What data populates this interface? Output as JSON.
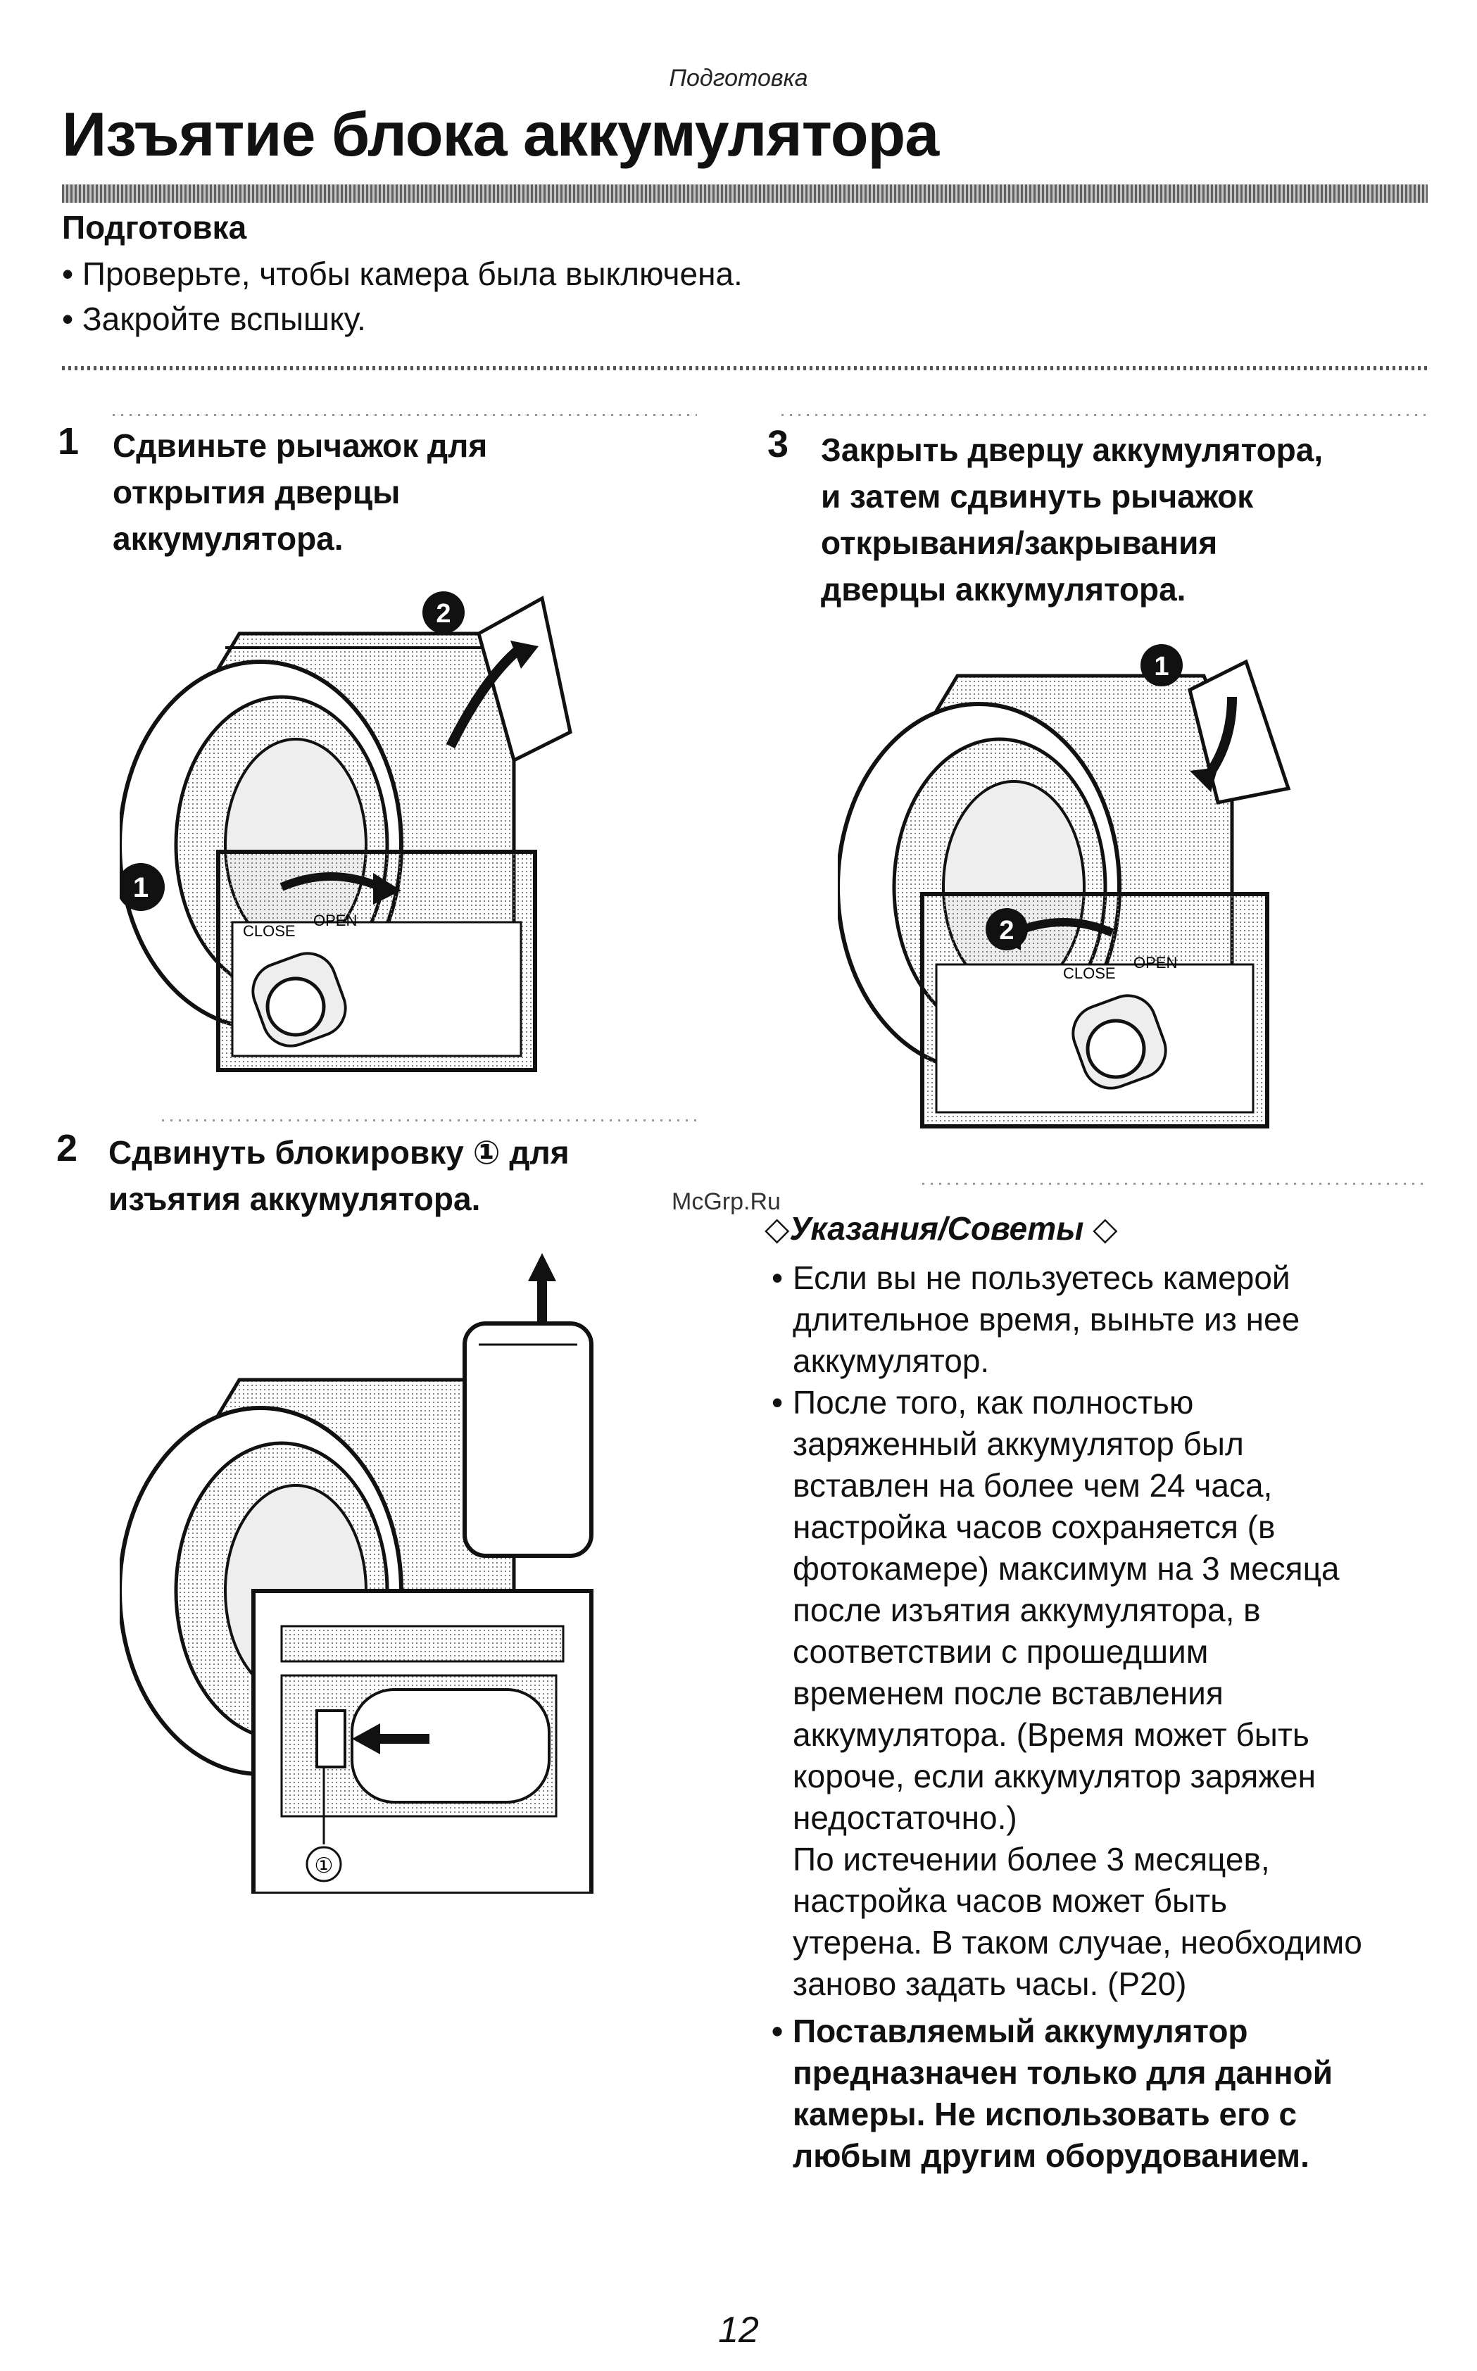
{
  "header": {
    "section": "Подготовка",
    "title": "Изъятие блока аккумулятора"
  },
  "preparation": {
    "heading": "Подготовка",
    "items": [
      "• Проверьте, чтобы камера была выключена.",
      "• Закройте вспышку."
    ]
  },
  "steps": [
    {
      "num": "1",
      "lines": [
        "Сдвиньте рычажок для",
        "открытия дверцы",
        "аккумулятора."
      ]
    },
    {
      "num": "2",
      "lines": [
        "Сдвинуть блокировку ① для",
        "изъятия аккумулятора."
      ]
    },
    {
      "num": "3",
      "lines": [
        "Закрыть дверцу аккумулятора,",
        "и затем сдвинуть рычажок",
        "открывания/закрывания",
        "дверцы аккумулятора."
      ]
    }
  ],
  "figures": {
    "fig1": {
      "marker_top": "2",
      "marker_left": "1",
      "dial_left": "CLOSE",
      "dial_right": "OPEN"
    },
    "fig2": {
      "marker": "①"
    },
    "fig3": {
      "marker_top": "1",
      "marker_left": "2",
      "dial_left": "CLOSE",
      "dial_right": "OPEN"
    }
  },
  "watermark": "McGrp.Ru",
  "tips": {
    "heading": "Указания/Советы",
    "items": [
      {
        "lines": [
          "Если вы не пользуетесь камерой",
          "длительное время, выньте из нее",
          "аккумулятор."
        ],
        "bold": false
      },
      {
        "lines": [
          "После того, как полностью",
          "заряженный аккумулятор был",
          "вставлен на более чем 24 часа,",
          "настройка часов сохраняется (в",
          "фотокамере) максимум на 3 месяца",
          "после изъятия аккумулятора, в",
          "соответствии с прошедшим",
          "временем после вставления",
          "аккумулятора. (Время может быть",
          "короче, если аккумулятор заряжен",
          "недостаточно.)",
          "По истечении более 3 месяцев,",
          "настройка часов может быть",
          "утерена. В таком случае, необходимо",
          "заново задать часы. (P20)"
        ],
        "bold": false
      },
      {
        "lines": [
          "Поставляемый аккумулятор",
          "предназначен только для данной",
          "камеры. Не использовать его с",
          "любым другим оборудованием."
        ],
        "bold": true
      }
    ]
  },
  "page_number": "12"
}
